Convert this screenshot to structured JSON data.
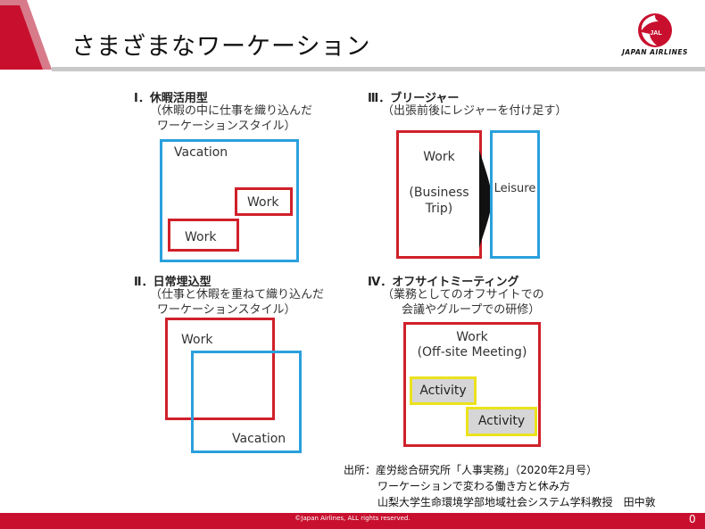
{
  "slide": {
    "title": "さまざまなワーケーション",
    "page_number": "0",
    "copyright": "©Japan Airlines, ALL rights reserved."
  },
  "logo": {
    "mark_text": "JAL",
    "wordmark": "JAPAN AIRLINES"
  },
  "colors": {
    "red": "#d0202a",
    "blue": "#2aa0dc",
    "yellow": "#ece21c",
    "footer": "#c8102e"
  },
  "sections": {
    "s1": {
      "heading": "Ⅰ．休暇活用型",
      "sub1": "（休暇の中に仕事を織り込んだ",
      "sub2": "ワーケーションスタイル）",
      "vacation": "Vacation",
      "work_a": "Work",
      "work_b": "Work"
    },
    "s2": {
      "heading": "Ⅱ．日常埋込型",
      "sub1": "（仕事と休暇を重ねて織り込んだ",
      "sub2": "ワーケーションスタイル）",
      "work": "Work",
      "vacation": "Vacation"
    },
    "s3": {
      "heading": "Ⅲ．ブリージャー",
      "sub1": "（出張前後にレジャーを付け足す）",
      "work": "Work",
      "trip1": "(Business",
      "trip2": "Trip)",
      "leisure": "Leisure"
    },
    "s4": {
      "heading": "Ⅳ．オフサイトミーティング",
      "sub1": "（業務としてのオフサイトでの",
      "sub2": "会議やグループでの研修）",
      "work1": "Work",
      "work2": "(Off-site Meeting)",
      "activity_a": "Activity",
      "activity_b": "Activity"
    }
  },
  "source": {
    "line1": "出所：産労総合研究所「人事実務」（2020年2月号）",
    "line2": "ワーケーションで変わる働き方と休み方",
    "line3": "山梨大学生命環境学部地域社会システム学科教授　田中敦"
  }
}
